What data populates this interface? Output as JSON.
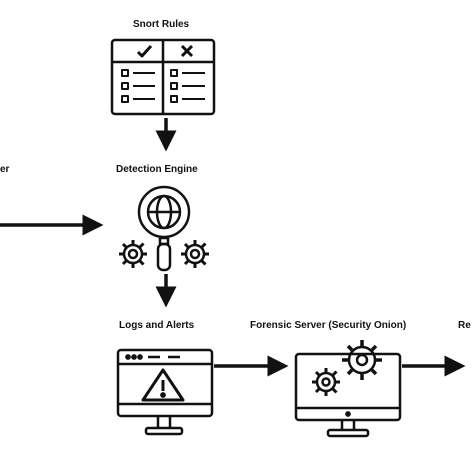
{
  "labels": {
    "snort_rules": "Snort Rules",
    "detection_engine": "Detection Engine",
    "logs_alerts": "Logs and Alerts",
    "forensic_server": "Forensic Server (Security Onion)",
    "left_partial": "er",
    "right_partial": "Re"
  },
  "icons": {
    "snort_rules": "rules-checklist-icon",
    "detection_engine": "globe-magnifier-gears-icon",
    "logs_alerts": "monitor-warning-icon",
    "forensic_server": "monitor-gears-icon"
  },
  "colors": {
    "stroke": "#111111",
    "background": "#ffffff"
  }
}
